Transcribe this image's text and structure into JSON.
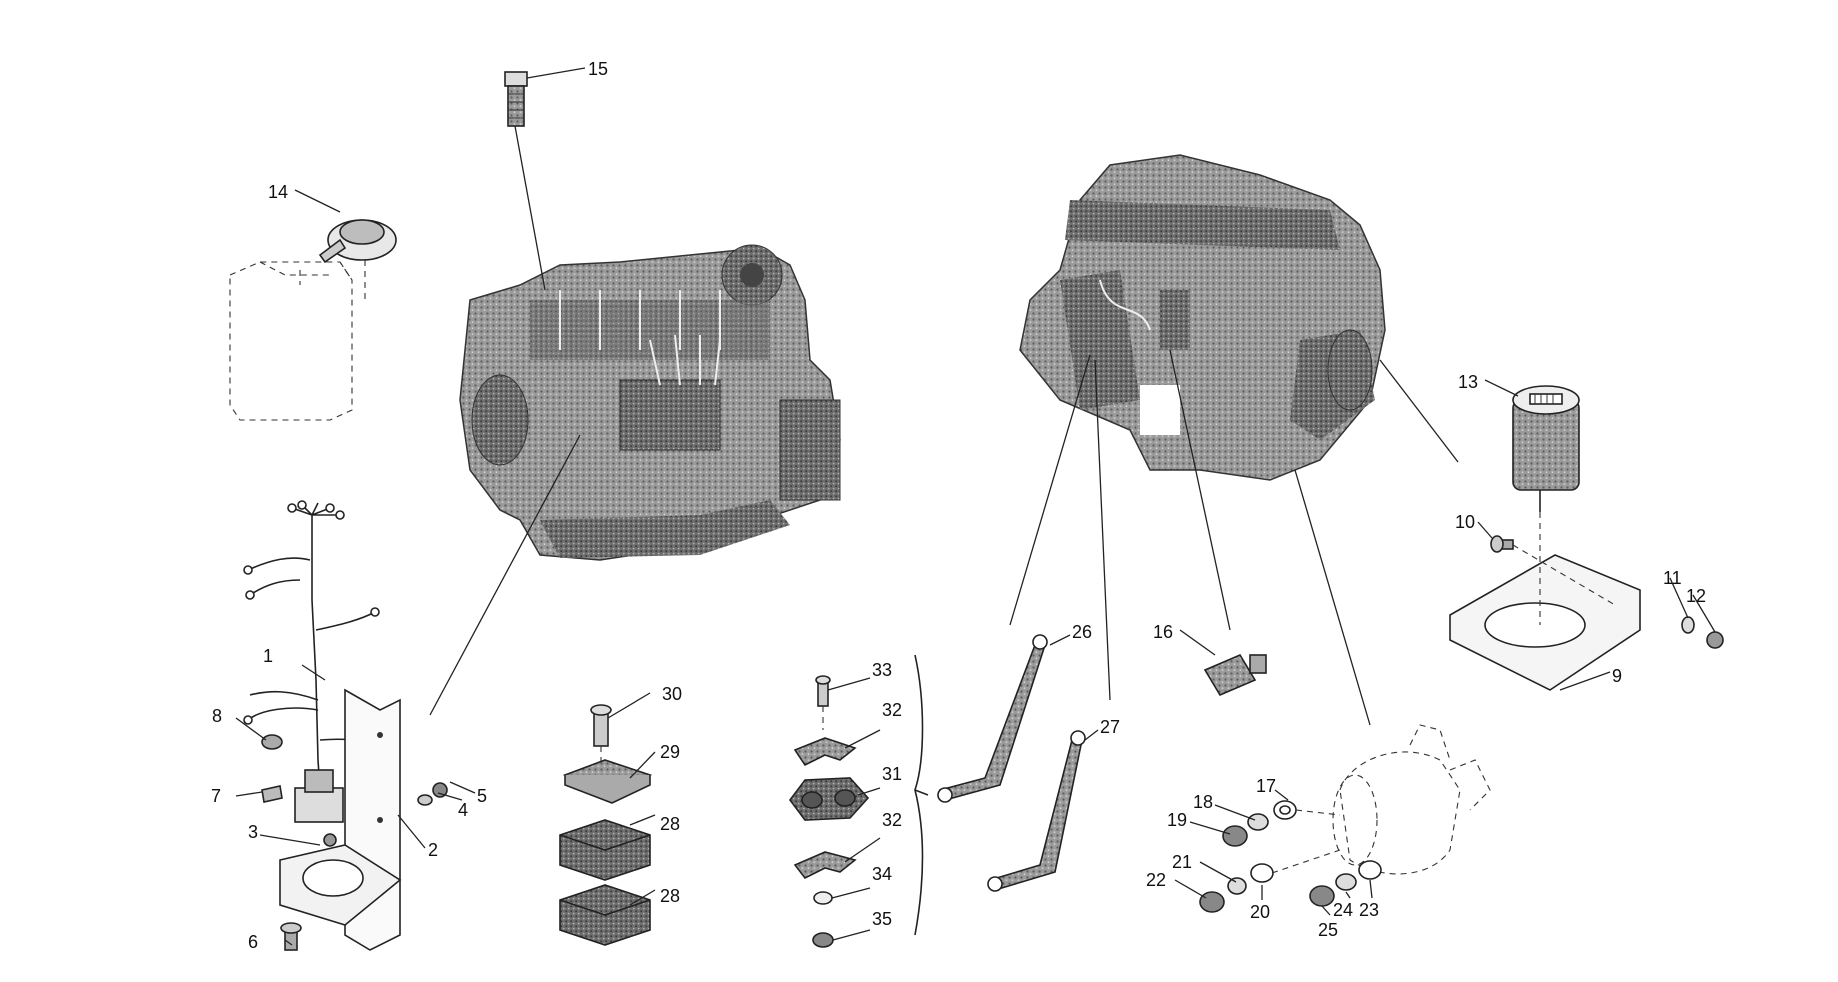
{
  "diagram": {
    "callouts": [
      {
        "id": "c1",
        "text": "1"
      },
      {
        "id": "c2",
        "text": "2"
      },
      {
        "id": "c3",
        "text": "3"
      },
      {
        "id": "c4",
        "text": "4"
      },
      {
        "id": "c5",
        "text": "5"
      },
      {
        "id": "c6",
        "text": "6"
      },
      {
        "id": "c7",
        "text": "7"
      },
      {
        "id": "c8",
        "text": "8"
      },
      {
        "id": "c9",
        "text": "9"
      },
      {
        "id": "c10",
        "text": "10"
      },
      {
        "id": "c11",
        "text": "11"
      },
      {
        "id": "c12",
        "text": "12"
      },
      {
        "id": "c13",
        "text": "13"
      },
      {
        "id": "c14",
        "text": "14"
      },
      {
        "id": "c15",
        "text": "15"
      },
      {
        "id": "c16",
        "text": "16"
      },
      {
        "id": "c17",
        "text": "17"
      },
      {
        "id": "c18",
        "text": "18"
      },
      {
        "id": "c19",
        "text": "19"
      },
      {
        "id": "c20",
        "text": "20"
      },
      {
        "id": "c21",
        "text": "21"
      },
      {
        "id": "c22",
        "text": "22"
      },
      {
        "id": "c23",
        "text": "23"
      },
      {
        "id": "c24",
        "text": "24"
      },
      {
        "id": "c25",
        "text": "25"
      },
      {
        "id": "c26",
        "text": "26"
      },
      {
        "id": "c27",
        "text": "27"
      },
      {
        "id": "c28a",
        "text": "28"
      },
      {
        "id": "c28b",
        "text": "28"
      },
      {
        "id": "c29",
        "text": "29"
      },
      {
        "id": "c30",
        "text": "30"
      },
      {
        "id": "c31",
        "text": "31"
      },
      {
        "id": "c32a",
        "text": "32"
      },
      {
        "id": "c32b",
        "text": "32"
      },
      {
        "id": "c33",
        "text": "33"
      },
      {
        "id": "c34",
        "text": "34"
      },
      {
        "id": "c35",
        "text": "35"
      }
    ],
    "colors": {
      "ink": "#222222",
      "engine_shade": "#8a8a8a",
      "paper": "#ffffff"
    }
  }
}
